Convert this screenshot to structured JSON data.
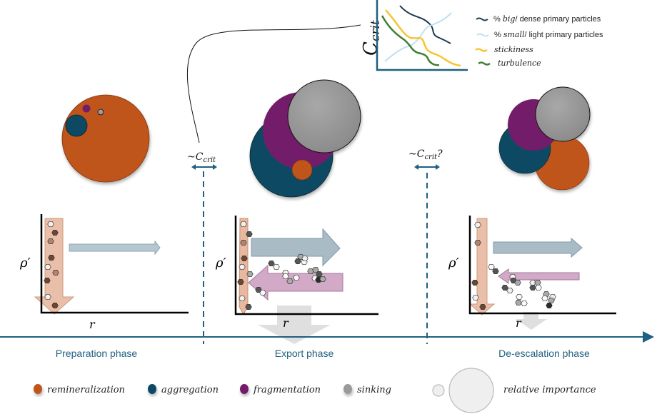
{
  "inset": {
    "ylabel": "C_crit",
    "legend": [
      {
        "prefix": "% ",
        "emph": "big",
        "text": "/ dense primary particles",
        "color": "#1c3a4f"
      },
      {
        "prefix": "% ",
        "emph": "small",
        "text": "/ light primary particles",
        "color": "#bfe0f0"
      },
      {
        "prefix": "",
        "emph": "stickiness",
        "text": "",
        "color": "#f6c533"
      },
      {
        "prefix": "",
        "emph": "turbulence",
        "text": "",
        "color": "#3f7f2f"
      }
    ]
  },
  "thresholds": [
    {
      "label": "~C_crit",
      "sub": "crit",
      "main": "~C",
      "suffix": ""
    },
    {
      "label": "~C_crit?",
      "sub": "crit",
      "main": "~C",
      "suffix": "?"
    }
  ],
  "phases": [
    {
      "name": "Preparation phase"
    },
    {
      "name": "Export phase"
    },
    {
      "name": "De-escalation phase"
    }
  ],
  "axes": {
    "y": "ρ′",
    "x": "r"
  },
  "legend": {
    "items": [
      {
        "label": "remineralization",
        "color": "#c0541a"
      },
      {
        "label": "aggregation",
        "color": "#114a63"
      },
      {
        "label": "fragmentation",
        "color": "#731f6b"
      },
      {
        "label": "sinking",
        "color": "#9a9a9a"
      }
    ],
    "size_label": "relative importance"
  },
  "colors": {
    "remineralization": "#c0541a",
    "aggregation": "#114a63",
    "fragmentation": "#731f6b",
    "sinking": "#999999",
    "timeline": "#1f5f7f"
  }
}
